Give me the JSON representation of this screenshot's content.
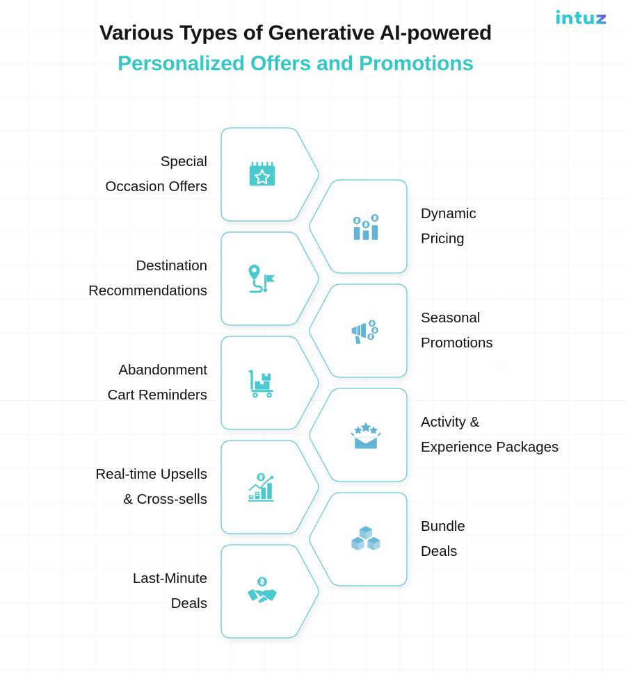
{
  "brand": {
    "name": "intuz",
    "primary_color": "#2ec8d4",
    "accent_color": "#7b3fe4"
  },
  "theme": {
    "title_dark": "#161616",
    "title_accent": "#35c6c6",
    "hex_stroke": "#5ec9d6",
    "icon_teal": "#4cc9cf",
    "icon_blue": "#62b4d6",
    "background": "#ffffff"
  },
  "header": {
    "title_line_1": "Various Types of Generative AI-powered",
    "title_line_2": "Personalized Offers and Promotions"
  },
  "diagram": {
    "nodes": [
      {
        "side": "left",
        "icon": "calendar-star-icon",
        "label_lines": [
          "Special",
          "Occasion Offers"
        ],
        "label": "Special Occasion Offers"
      },
      {
        "side": "right",
        "icon": "bar-chart-coins-icon",
        "label_lines": [
          "Dynamic",
          "Pricing"
        ],
        "label": "Dynamic Pricing"
      },
      {
        "side": "left",
        "icon": "map-pin-route-flag-icon",
        "label_lines": [
          "Destination",
          "Recommendations"
        ],
        "label": "Destination Recommendations"
      },
      {
        "side": "right",
        "icon": "megaphone-coins-icon",
        "label_lines": [
          "Seasonal",
          "Promotions"
        ],
        "label": "Seasonal Promotions"
      },
      {
        "side": "left",
        "icon": "cart-boxes-icon",
        "label_lines": [
          "Abandonment",
          "Cart Reminders"
        ],
        "label": "Abandonment Cart Reminders"
      },
      {
        "side": "right",
        "icon": "envelope-stars-icon",
        "label_lines": [
          "Activity &",
          "Experience Packages"
        ],
        "label": "Activity & Experience Packages"
      },
      {
        "side": "left",
        "icon": "growth-chart-coin-icon",
        "label_lines": [
          "Real-time Upsells",
          "& Cross-sells"
        ],
        "label": "Real-time Upsells & Cross-sells"
      },
      {
        "side": "right",
        "icon": "stacked-cubes-icon",
        "label_lines": [
          "Bundle",
          "Deals"
        ],
        "label": "Bundle Deals"
      },
      {
        "side": "left",
        "icon": "handshake-coin-icon",
        "label_lines": [
          "Last-Minute",
          "Deals"
        ],
        "label": "Last-Minute Deals"
      }
    ]
  }
}
